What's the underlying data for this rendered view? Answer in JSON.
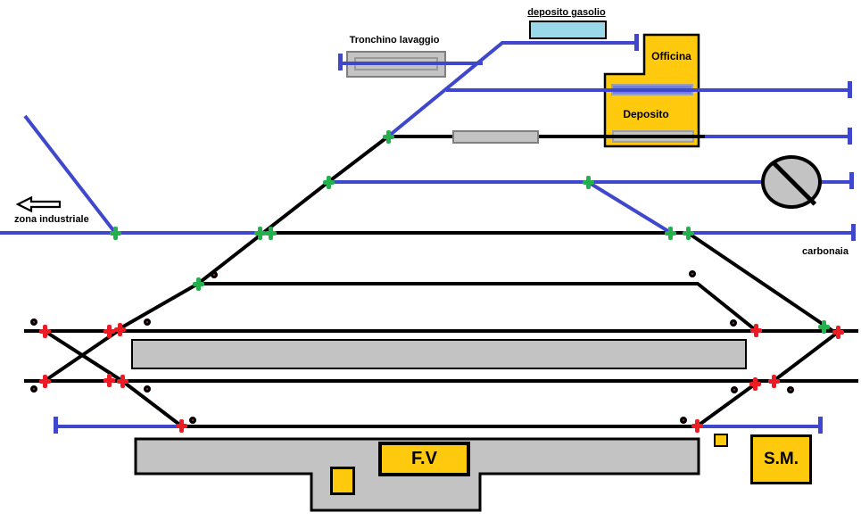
{
  "labels": {
    "fuel_depot": "deposito gasolio",
    "washing_track": "Tronchino lavaggio",
    "workshop": "Officina",
    "depot": "Deposito",
    "industrial_zone": "zona industriale",
    "coal_yard": "carbonaia",
    "station_building": "F.V",
    "goods_shed": "S.M."
  },
  "colors": {
    "track_blue": "#3F48CC",
    "track_black": "#000000",
    "switch_green": "#22B14C",
    "signal_red": "#ED1C24",
    "building_yellow": "#FFC90E",
    "tank_light_blue": "#99D9EA",
    "platform_gray": "#C3C3C3",
    "outline_gray": "#7F7F7F"
  }
}
